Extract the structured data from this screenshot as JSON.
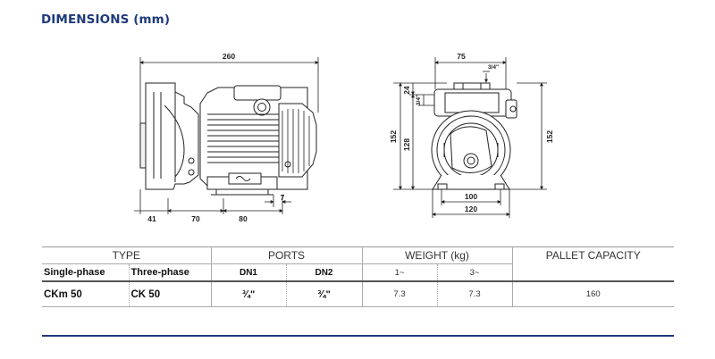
{
  "heading": "DIMENSIONS (mm)",
  "dimensions": {
    "side": {
      "overall_length": "260",
      "d41": "41",
      "d70": "70",
      "d80": "80",
      "d7": "7"
    },
    "front": {
      "width_top": "75",
      "port_size": "3/4\"",
      "d24": "24",
      "d34": "3/4\"",
      "height_left": "152",
      "height_128": "128",
      "height_right": "152",
      "base_inner": "100",
      "base_outer": "120"
    }
  },
  "table": {
    "type_header": "TYPE",
    "ports_header": "PORTS",
    "weight_header": "WEIGHT (kg)",
    "pallet_header": "PALLET CAPACITY",
    "single_phase_label": "Single-phase",
    "three_phase_label": "Three-phase",
    "dn1_label": "DN1",
    "dn2_label": "DN2",
    "w1_label": "1~",
    "w3_label": "3~",
    "rows": [
      {
        "single_phase": "CKm 50",
        "three_phase": "CK 50",
        "dn1": "¾\"",
        "dn2": "¾\"",
        "weight_1": "7.3",
        "weight_3": "7.3",
        "pallet": "160"
      }
    ]
  }
}
